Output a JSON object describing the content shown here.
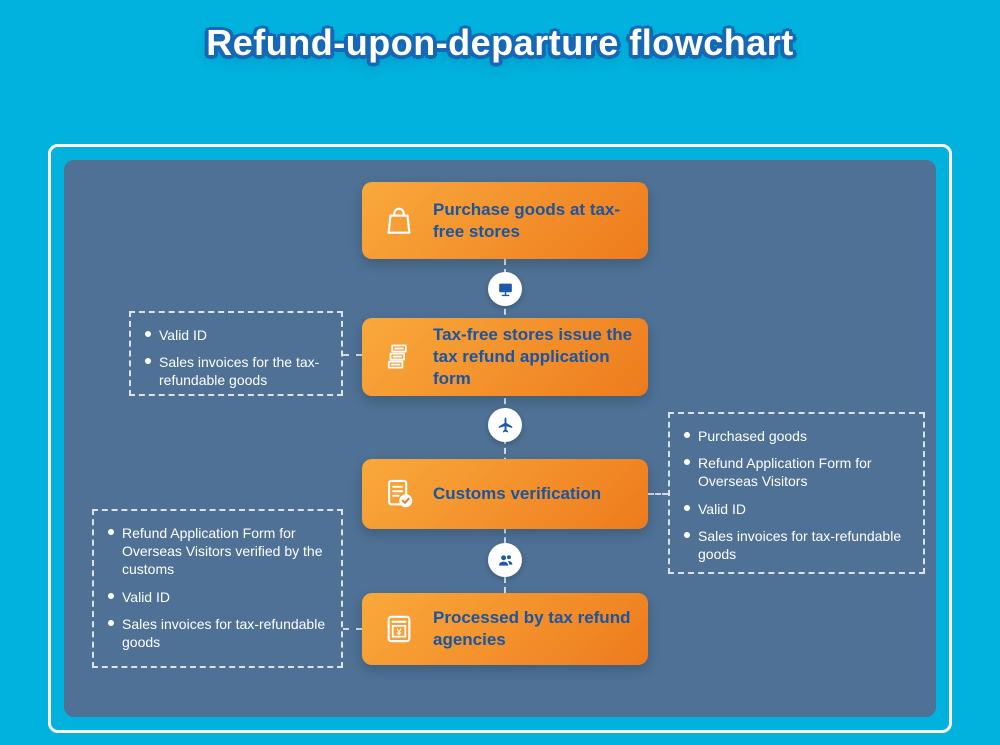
{
  "title": "Refund-upon-departure flowchart",
  "colors": {
    "background": "#00b2dd",
    "panel": "#4e7195",
    "step_text": "#1a55a0",
    "orange_light": "#f9a93c",
    "orange_dark": "#ee7b1d",
    "node_blue": "#1a5aa6",
    "title_text": "#ffffff",
    "title_outline": "#1668b4"
  },
  "icons": {
    "atm_symbol": "¥",
    "step_icons": [
      "shopping-bag-icon",
      "receipts-icon",
      "document-check-icon",
      "atm-icon"
    ],
    "connector_icons": [
      "monitor-icon",
      "airplane-icon",
      "people-icon"
    ]
  },
  "steps": [
    {
      "label": "Purchase goods at tax-free stores"
    },
    {
      "label": "Tax-free stores issue the tax refund application form"
    },
    {
      "label": "Customs verification"
    },
    {
      "label": "Processed by tax refund agencies"
    }
  ],
  "notes": [
    {
      "items": [
        "Valid ID",
        "Sales invoices for the tax-refundable goods"
      ]
    },
    {
      "items": [
        "Purchased goods",
        "Refund Application Form for Overseas Visitors",
        "Valid ID",
        "Sales invoices for tax-refundable goods"
      ]
    },
    {
      "items": [
        "Refund Application Form for Overseas Visitors verified by the customs",
        "Valid ID",
        "Sales invoices for tax-refundable goods"
      ]
    }
  ]
}
